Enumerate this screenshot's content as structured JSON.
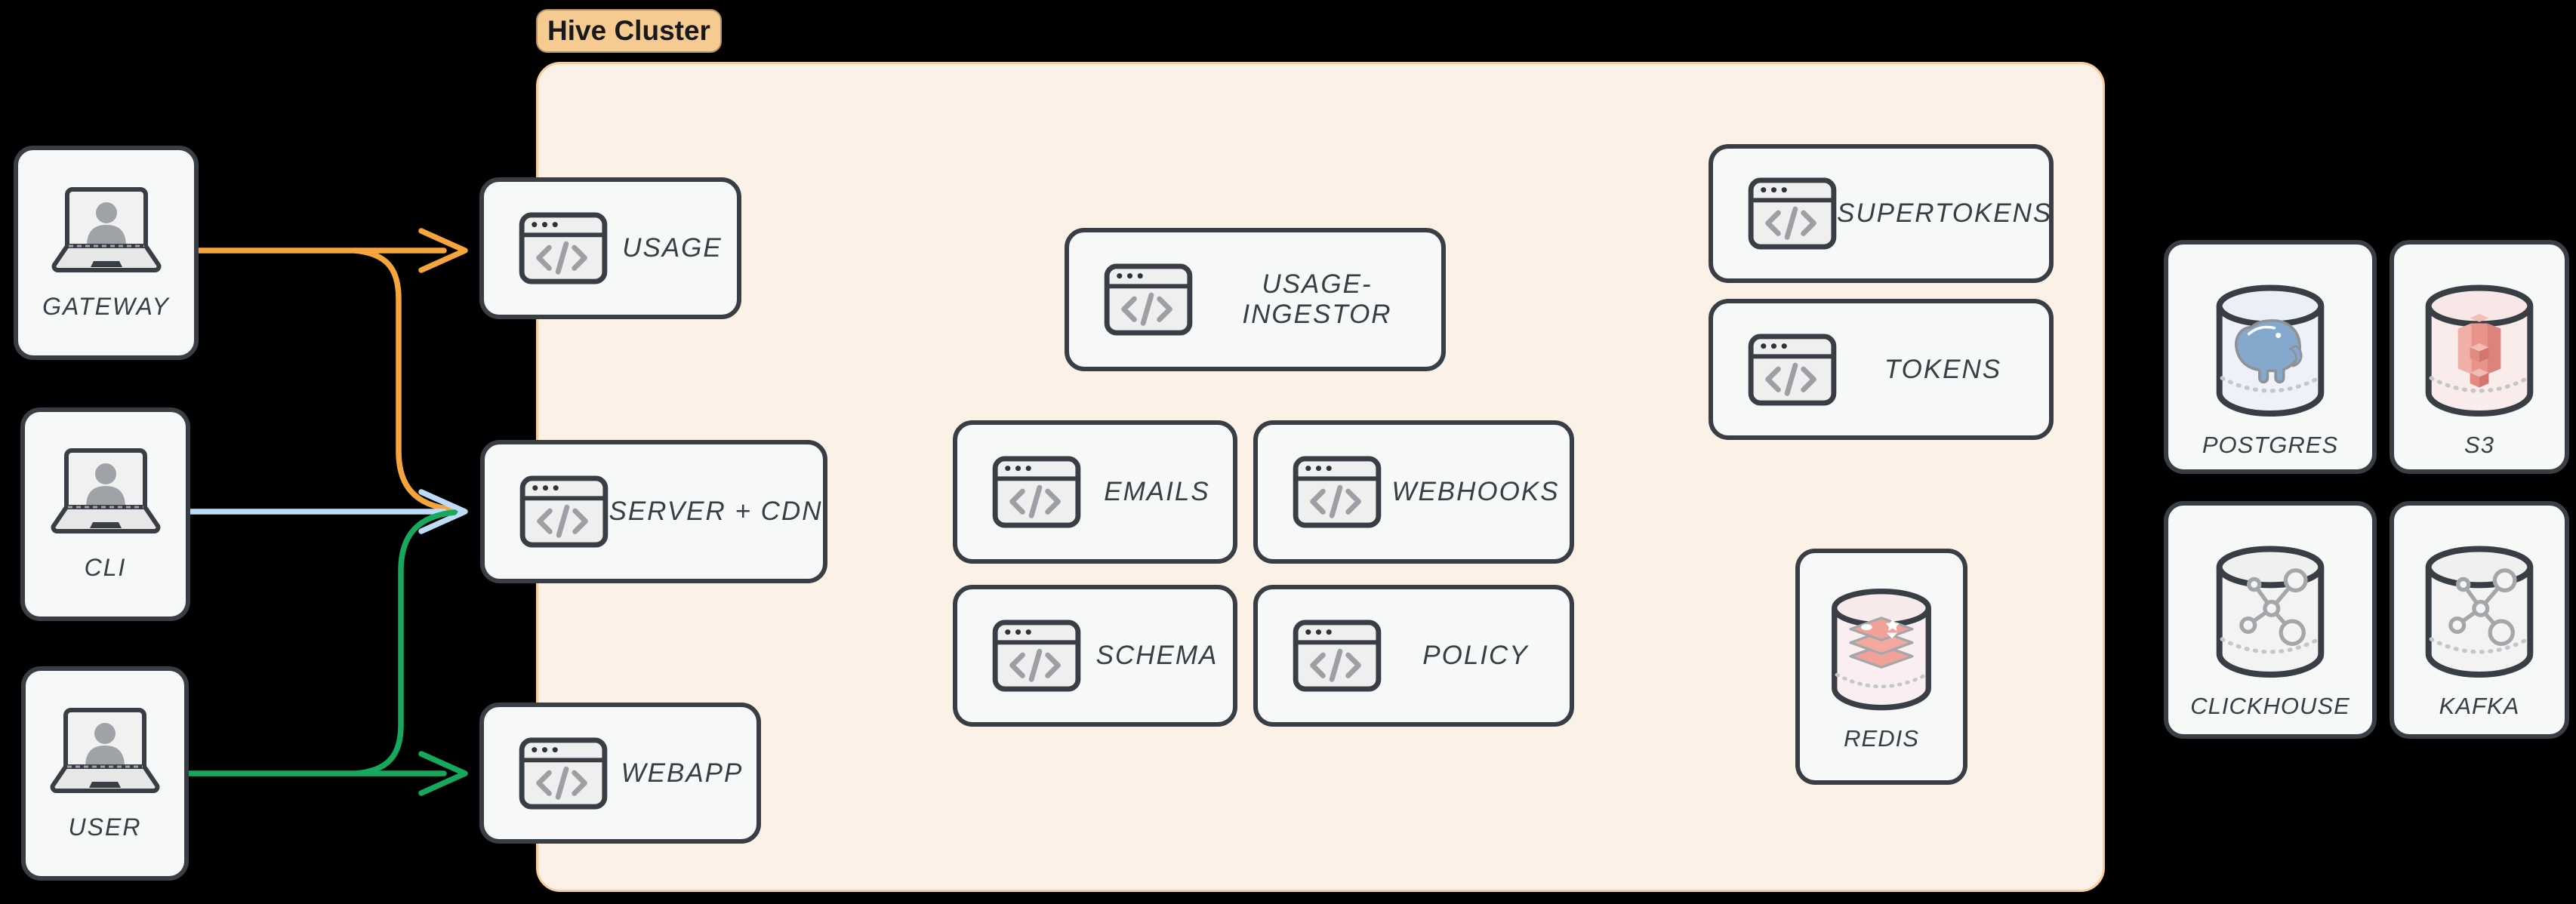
{
  "cluster": {
    "label": "Hive Cluster"
  },
  "clients": {
    "gateway": "GATEWAY",
    "cli": "CLI",
    "user": "USER"
  },
  "services": {
    "usage": "USAGE",
    "server_cdn": "SERVER + CDN",
    "webapp": "WEBAPP",
    "usage_ingestor": "USAGE-INGESTOR",
    "emails": "EMAILS",
    "webhooks": "WEBHOOKS",
    "schema": "SCHEMA",
    "policy": "POLICY",
    "supertokens": "SUPERTOKENS",
    "tokens": "TOKENS",
    "redis": "REDIS"
  },
  "datastores": {
    "postgres": "POSTGRES",
    "s3": "S3",
    "clickhouse": "CLICKHOUSE",
    "kafka": "KAFKA"
  },
  "edges": [
    {
      "from": "GATEWAY",
      "to": "USAGE",
      "color": "orange"
    },
    {
      "from": "GATEWAY",
      "to": "SERVER + CDN",
      "color": "orange"
    },
    {
      "from": "CLI",
      "to": "SERVER + CDN",
      "color": "blue"
    },
    {
      "from": "USER",
      "to": "SERVER + CDN",
      "color": "green"
    },
    {
      "from": "USER",
      "to": "WEBAPP",
      "color": "green"
    }
  ],
  "colors": {
    "arrow_orange": "#F6A43C",
    "arrow_blue": "#BEDCF8",
    "arrow_green": "#16A85C",
    "cluster_bg": "#FCF1E7",
    "cluster_border": "#F6CD9C",
    "cluster_label_bg": "#F6CB92",
    "box_bg": "#F7F8F8",
    "box_border": "#383E44",
    "icon_gray": "#9CA0A4"
  }
}
